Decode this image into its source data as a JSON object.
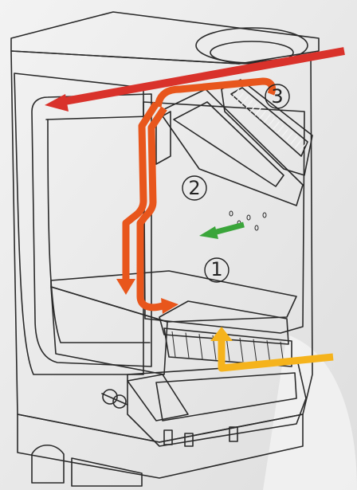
{
  "callouts": [
    {
      "id": "1",
      "label": "1"
    },
    {
      "id": "2",
      "label": "2"
    },
    {
      "id": "3",
      "label": "3"
    }
  ],
  "colors": {
    "primary_air": "#f5b31c",
    "convection_flow": "#e8561c",
    "flue_outlet": "#d9322b",
    "secondary_flow": "#3aa53a"
  }
}
